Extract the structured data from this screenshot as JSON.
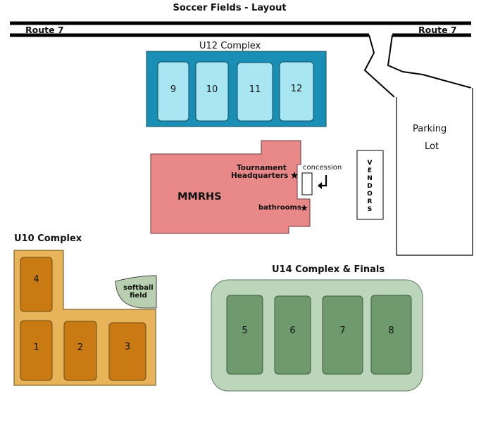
{
  "title": "Soccer Fields - Layout",
  "road": {
    "left_label": "Route 7",
    "right_label": "Route 7"
  },
  "complexes": {
    "u12": {
      "label": "U12 Complex",
      "fields": [
        "9",
        "10",
        "11",
        "12"
      ]
    },
    "u10": {
      "label": "U10 Complex",
      "fields": [
        "4",
        "1",
        "2",
        "3"
      ]
    },
    "u14": {
      "label": "U14 Complex & Finals",
      "fields": [
        "5",
        "6",
        "7",
        "8"
      ]
    }
  },
  "buildings": {
    "school": "MMRHS",
    "headquarters_line1": "Tournament",
    "headquarters_line2": "Headquarters",
    "bathrooms": "bathrooms",
    "concession": "concession",
    "vendors": "VENDORS",
    "parking_line1": "Parking",
    "parking_line2": "Lot",
    "softball_line1": "softball",
    "softball_line2": "field"
  },
  "colors": {
    "u12": "#1a8fb5",
    "u12_field": "#a8e6f2",
    "u10": "#e8b45a",
    "u10_field": "#c97a12",
    "u14": "#bcd6bc",
    "u14_field": "#6e9a6e",
    "school": "#e88888",
    "softball": "#b8d0b0"
  }
}
